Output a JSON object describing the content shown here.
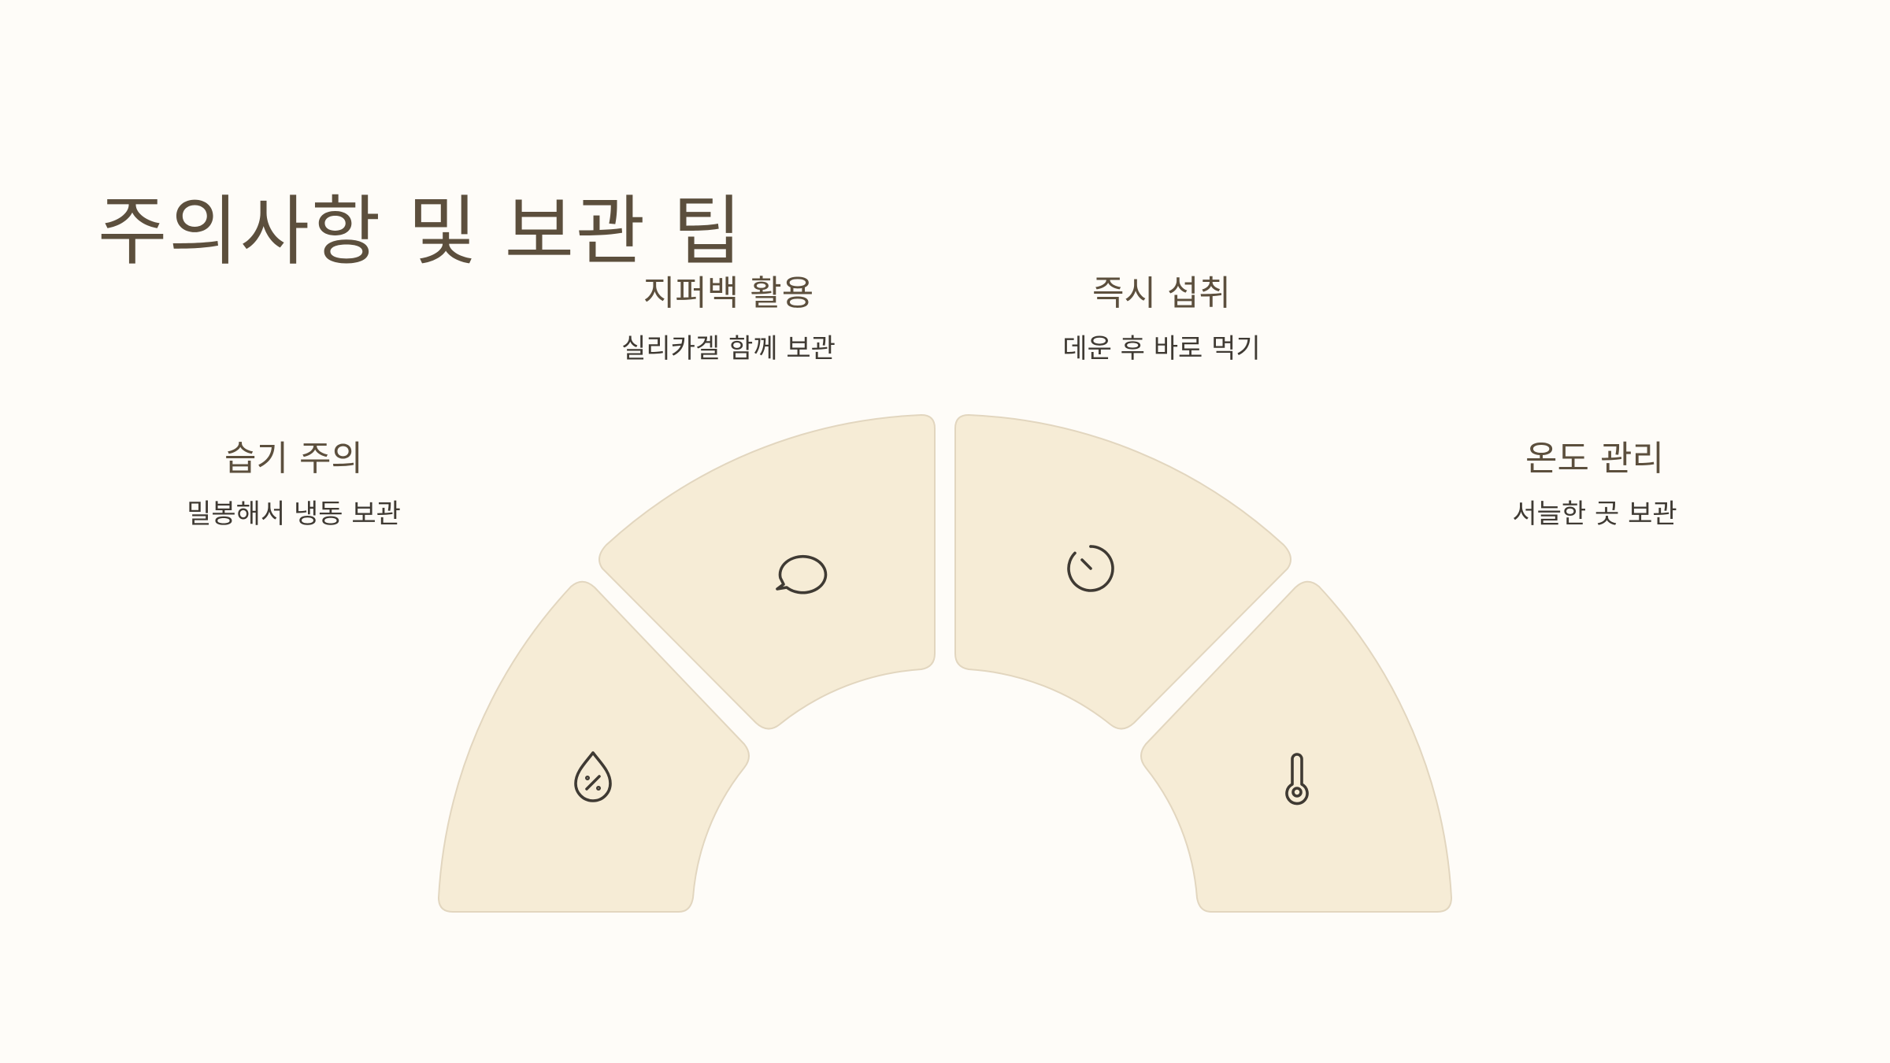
{
  "title": "주의사항 및 보관 팁",
  "tips": [
    {
      "title": "습기 주의",
      "description": "밀봉해서 냉동 보관",
      "icon": "humidity-drop-icon"
    },
    {
      "title": "지퍼백 활용",
      "description": "실리카겔 함께 보관",
      "icon": "chat-bubble-icon"
    },
    {
      "title": "즉시 섭취",
      "description": "데운 후 바로 먹기",
      "icon": "timer-icon"
    },
    {
      "title": "온도 관리",
      "description": "서늘한 곳 보관",
      "icon": "thermometer-icon"
    }
  ],
  "colors": {
    "background": "#fefcf8",
    "segment_fill": "#f6ecd6",
    "segment_stroke": "#e2d6bf",
    "title_text": "#5c4f3d",
    "body_text": "#3f3a33",
    "icon_stroke": "#3f3a33"
  }
}
